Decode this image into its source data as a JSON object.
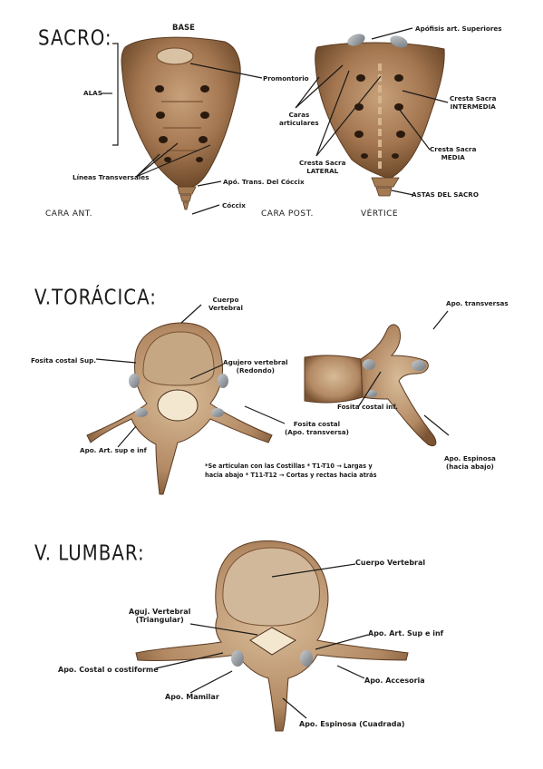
{
  "sacro": {
    "title": "SACRO:",
    "base": "BASE",
    "alas": "ALAS",
    "promontorio": "Promontorio",
    "lineas": "Líneas Transversales",
    "apo_trans_coccix": "Apó. Trans. Del Cóccix",
    "coccix": "Cóccix",
    "cara_ant": "CARA ANT.",
    "cara_post": "CARA POST.",
    "vertice": "VÉRTICE",
    "apofisis_art": "Apófisis art. Superiores",
    "caras_articulares_1": "Caras",
    "caras_articulares_2": "articulares",
    "cresta_intermedia_1": "Cresta Sacra",
    "cresta_intermedia_2": "INTERMEDIA",
    "cresta_media_1": "Cresta Sacra",
    "cresta_media_2": "MEDIA",
    "cresta_lateral_1": "Cresta Sacra",
    "cresta_lateral_2": "LATERAL",
    "astas": "ASTAS DEL SACRO"
  },
  "toracica": {
    "title": "V.TORÁCICA:",
    "cuerpo_1": "Cuerpo",
    "cuerpo_2": "Vertebral",
    "fosita_sup": "Fosita costal Sup.",
    "agujero_1": "Agujero vertebral",
    "agujero_2": "(Redondo)",
    "apo_trans": "Apo. transversas",
    "fosita_inf": "Fosita costal inf.",
    "fosita_costal_1": "Fosita costal",
    "fosita_costal_2": "(Apo. transversa)",
    "apo_art": "Apo. Art. sup e inf",
    "espinosa_1": "Apo. Espinosa",
    "espinosa_2": "(hacia abajo)",
    "note_1": "*Se articulan con las Costillas * T1-T10 → Largas y",
    "note_2": "hacia abajo * T11-T12 → Cortas y rectas hacia atrás"
  },
  "lumbar": {
    "title": "V. LUMBAR:",
    "cuerpo": "Cuerpo Vertebral",
    "aguj_1": "Aguj. Vertebral",
    "aguj_2": "(Triangular)",
    "apo_art": "Apo. Art. Sup e inf",
    "costal": "Apo. Costal o costiforme",
    "accesoria": "Apo. Accesoria",
    "mamilar": "Apo. Mamilar",
    "espinosa": "Apo. Espinosa (Cuadrada)"
  },
  "colors": {
    "bone": "#a57a4e",
    "bone_dark": "#6e4a2b",
    "panel": "#f3e7cf",
    "ink": "#1c1a18"
  }
}
